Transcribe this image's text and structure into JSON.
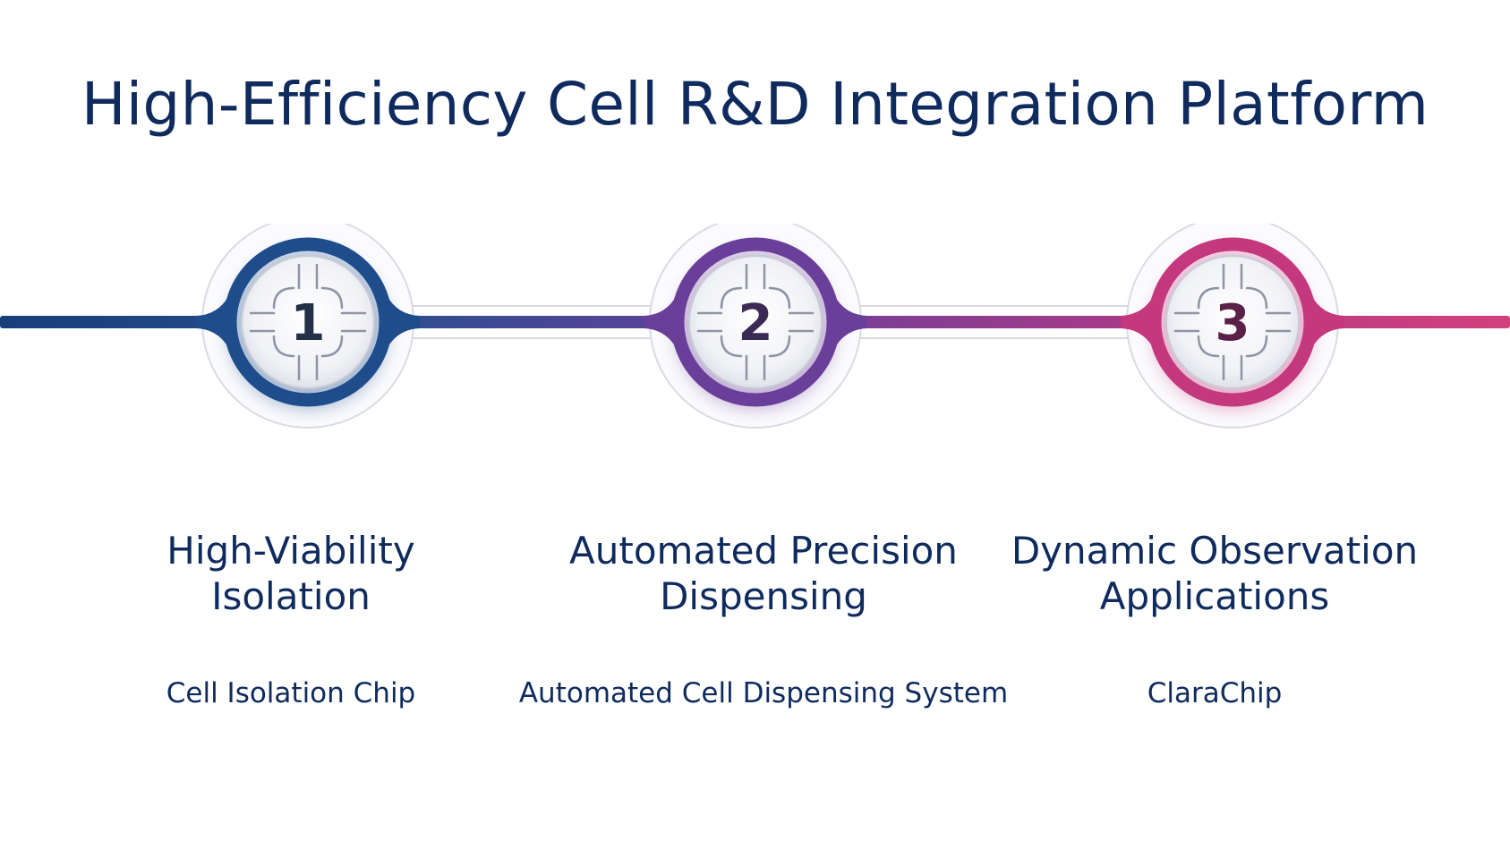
{
  "title": "High-Efficiency Cell R&D Integration Platform",
  "colors": {
    "text": "#0f2b5e",
    "step1": "#1f4d8c",
    "step2": "#6a3f9a",
    "step3": "#c4397e"
  },
  "steps": [
    {
      "number": "1",
      "title_lines": [
        "High-Viability",
        "Isolation"
      ],
      "subtitle": "Cell Isolation Chip",
      "icon": "chip-icon"
    },
    {
      "number": "2",
      "title_lines": [
        "Automated Precision",
        "Dispensing"
      ],
      "subtitle": "Automated Cell Dispensing System",
      "icon": "chip-icon"
    },
    {
      "number": "3",
      "title_lines": [
        "Dynamic Observation",
        "Applications"
      ],
      "subtitle": "ClaraChip",
      "icon": "chip-icon"
    }
  ]
}
